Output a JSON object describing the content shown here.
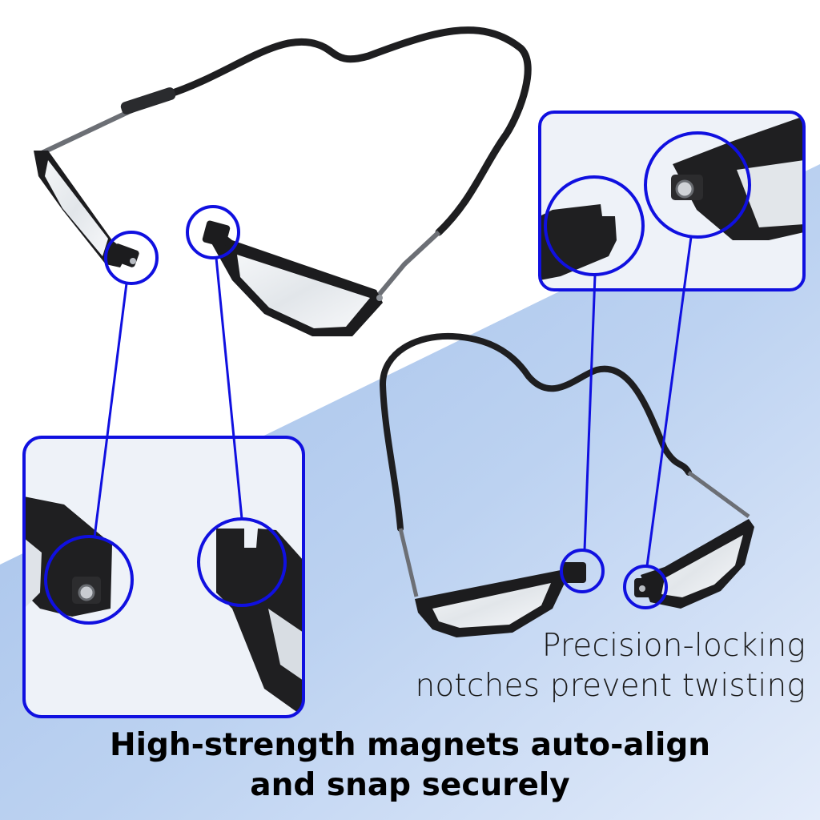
{
  "colors": {
    "background_top": "#ffffff",
    "background_gradient": [
      "#a9c6ee",
      "#dde8f8"
    ],
    "accent_blue": "#1010e0",
    "frame_black": "#1c1c1e",
    "temple_gray": "#6c6f75"
  },
  "icons": [
    "callout-circle",
    "zoom-box",
    "connector-line",
    "magnetic-connector"
  ],
  "captions": {
    "secondary_line1": "Precision-locking",
    "secondary_line2": "notches prevent twisting",
    "primary_line1": "High-strength magnets auto-align",
    "primary_line2": "and snap securely"
  }
}
